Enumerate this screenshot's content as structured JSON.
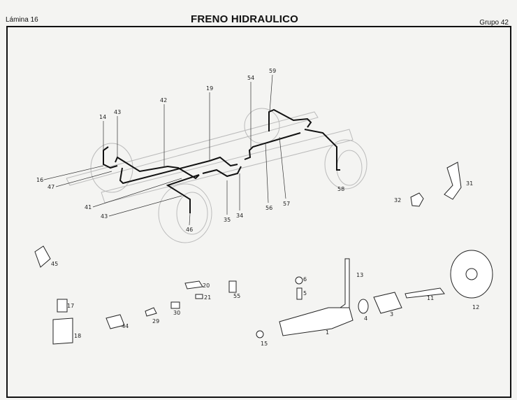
{
  "header": {
    "lamina": "Lámina  16",
    "title": "FRENO HIDRAULICO",
    "grupo": "Grupo  42"
  },
  "callouts": {
    "chassis": [
      "14",
      "43",
      "42",
      "19",
      "54",
      "59",
      "16",
      "47",
      "41",
      "43",
      "46",
      "35",
      "34",
      "56",
      "57",
      "58"
    ],
    "parts": [
      "31",
      "32",
      "45",
      "6",
      "5",
      "13",
      "20",
      "21",
      "55",
      "17",
      "30",
      "29",
      "44",
      "18",
      "4",
      "3",
      "11",
      "12",
      "1",
      "15"
    ]
  }
}
